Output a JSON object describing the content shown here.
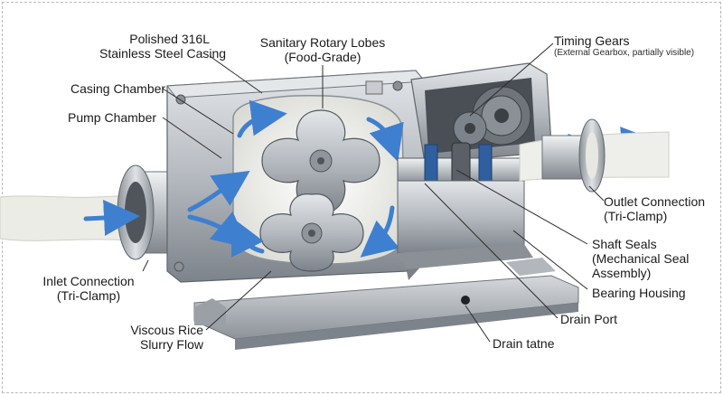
{
  "labels": {
    "polished_casing": [
      "Polished 316L",
      "Stainless Steel Casing"
    ],
    "rotary_lobes": [
      "Sanitary Rotary Lobes",
      "(Food-Grade)"
    ],
    "timing_gears": {
      "title": "Timing Gears",
      "note": "(External Gearbox, partially visible)"
    },
    "casing_chamber": "Casing Chamber",
    "pump_chamber": "Pump Chamber",
    "outlet_connection": [
      "Outlet Connection",
      "(Tri-Clamp)"
    ],
    "shaft_seals": [
      "Shaft Seals",
      "(Mechanical Seal",
      "Assembly)"
    ],
    "bearing_housing": "Bearing Housing",
    "inlet_connection": [
      "Inlet Connection",
      "(Tri-Clamp)"
    ],
    "drain_port": "Drain Port",
    "viscous_flow": [
      "Viscous Rice",
      "Slurry Flow"
    ],
    "drain_tatne": "Drain tatne"
  },
  "colors": {
    "steel_dark": "#6f757c",
    "steel_mid": "#a9afb6",
    "steel_light": "#d9dde1",
    "slurry": "#eeeeea",
    "arrow": "#3f7fcf",
    "seal_blue": "#2f5f9f",
    "leader": "#2b2b2b"
  }
}
